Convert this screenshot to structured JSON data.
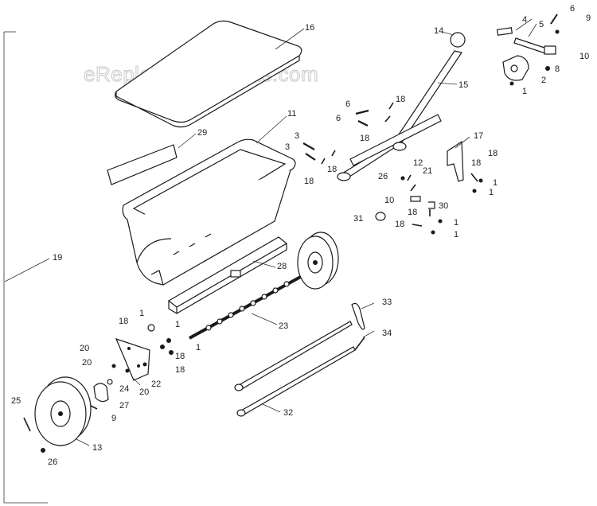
{
  "watermark": "eReplacementParts.com",
  "callouts": {
    "c16": "16",
    "c11": "11",
    "c29": "29",
    "c19": "19",
    "c28": "28",
    "c23": "23",
    "c14": "14",
    "c15": "15",
    "c4": "4",
    "c5": "5",
    "c6a": "6",
    "c9a": "9",
    "c10a": "10",
    "c8": "8",
    "c2": "2",
    "c1a": "1",
    "c6b": "6",
    "c6c": "6",
    "c18a": "18",
    "c18b": "18",
    "c3a": "3",
    "c3b": "3",
    "c18c": "18",
    "c18d": "18",
    "c17": "17",
    "c18e": "18",
    "c18f": "18",
    "c1b": "1",
    "c1c": "1",
    "c26a": "26",
    "c12": "12",
    "c21": "21",
    "c10b": "10",
    "c30": "30",
    "c18g": "18",
    "c31": "31",
    "c18h": "18",
    "c1d": "1",
    "c1e": "1",
    "c33": "33",
    "c34": "34",
    "c32": "32",
    "c1f": "1",
    "c18i": "18",
    "c1g": "1",
    "c18j": "18",
    "c1h": "1",
    "c18k": "18",
    "c20a": "20",
    "c20b": "20",
    "c20c": "20",
    "c22": "22",
    "c24": "24",
    "c27": "27",
    "c9b": "9",
    "c25": "25",
    "c13": "13",
    "c26b": "26"
  }
}
